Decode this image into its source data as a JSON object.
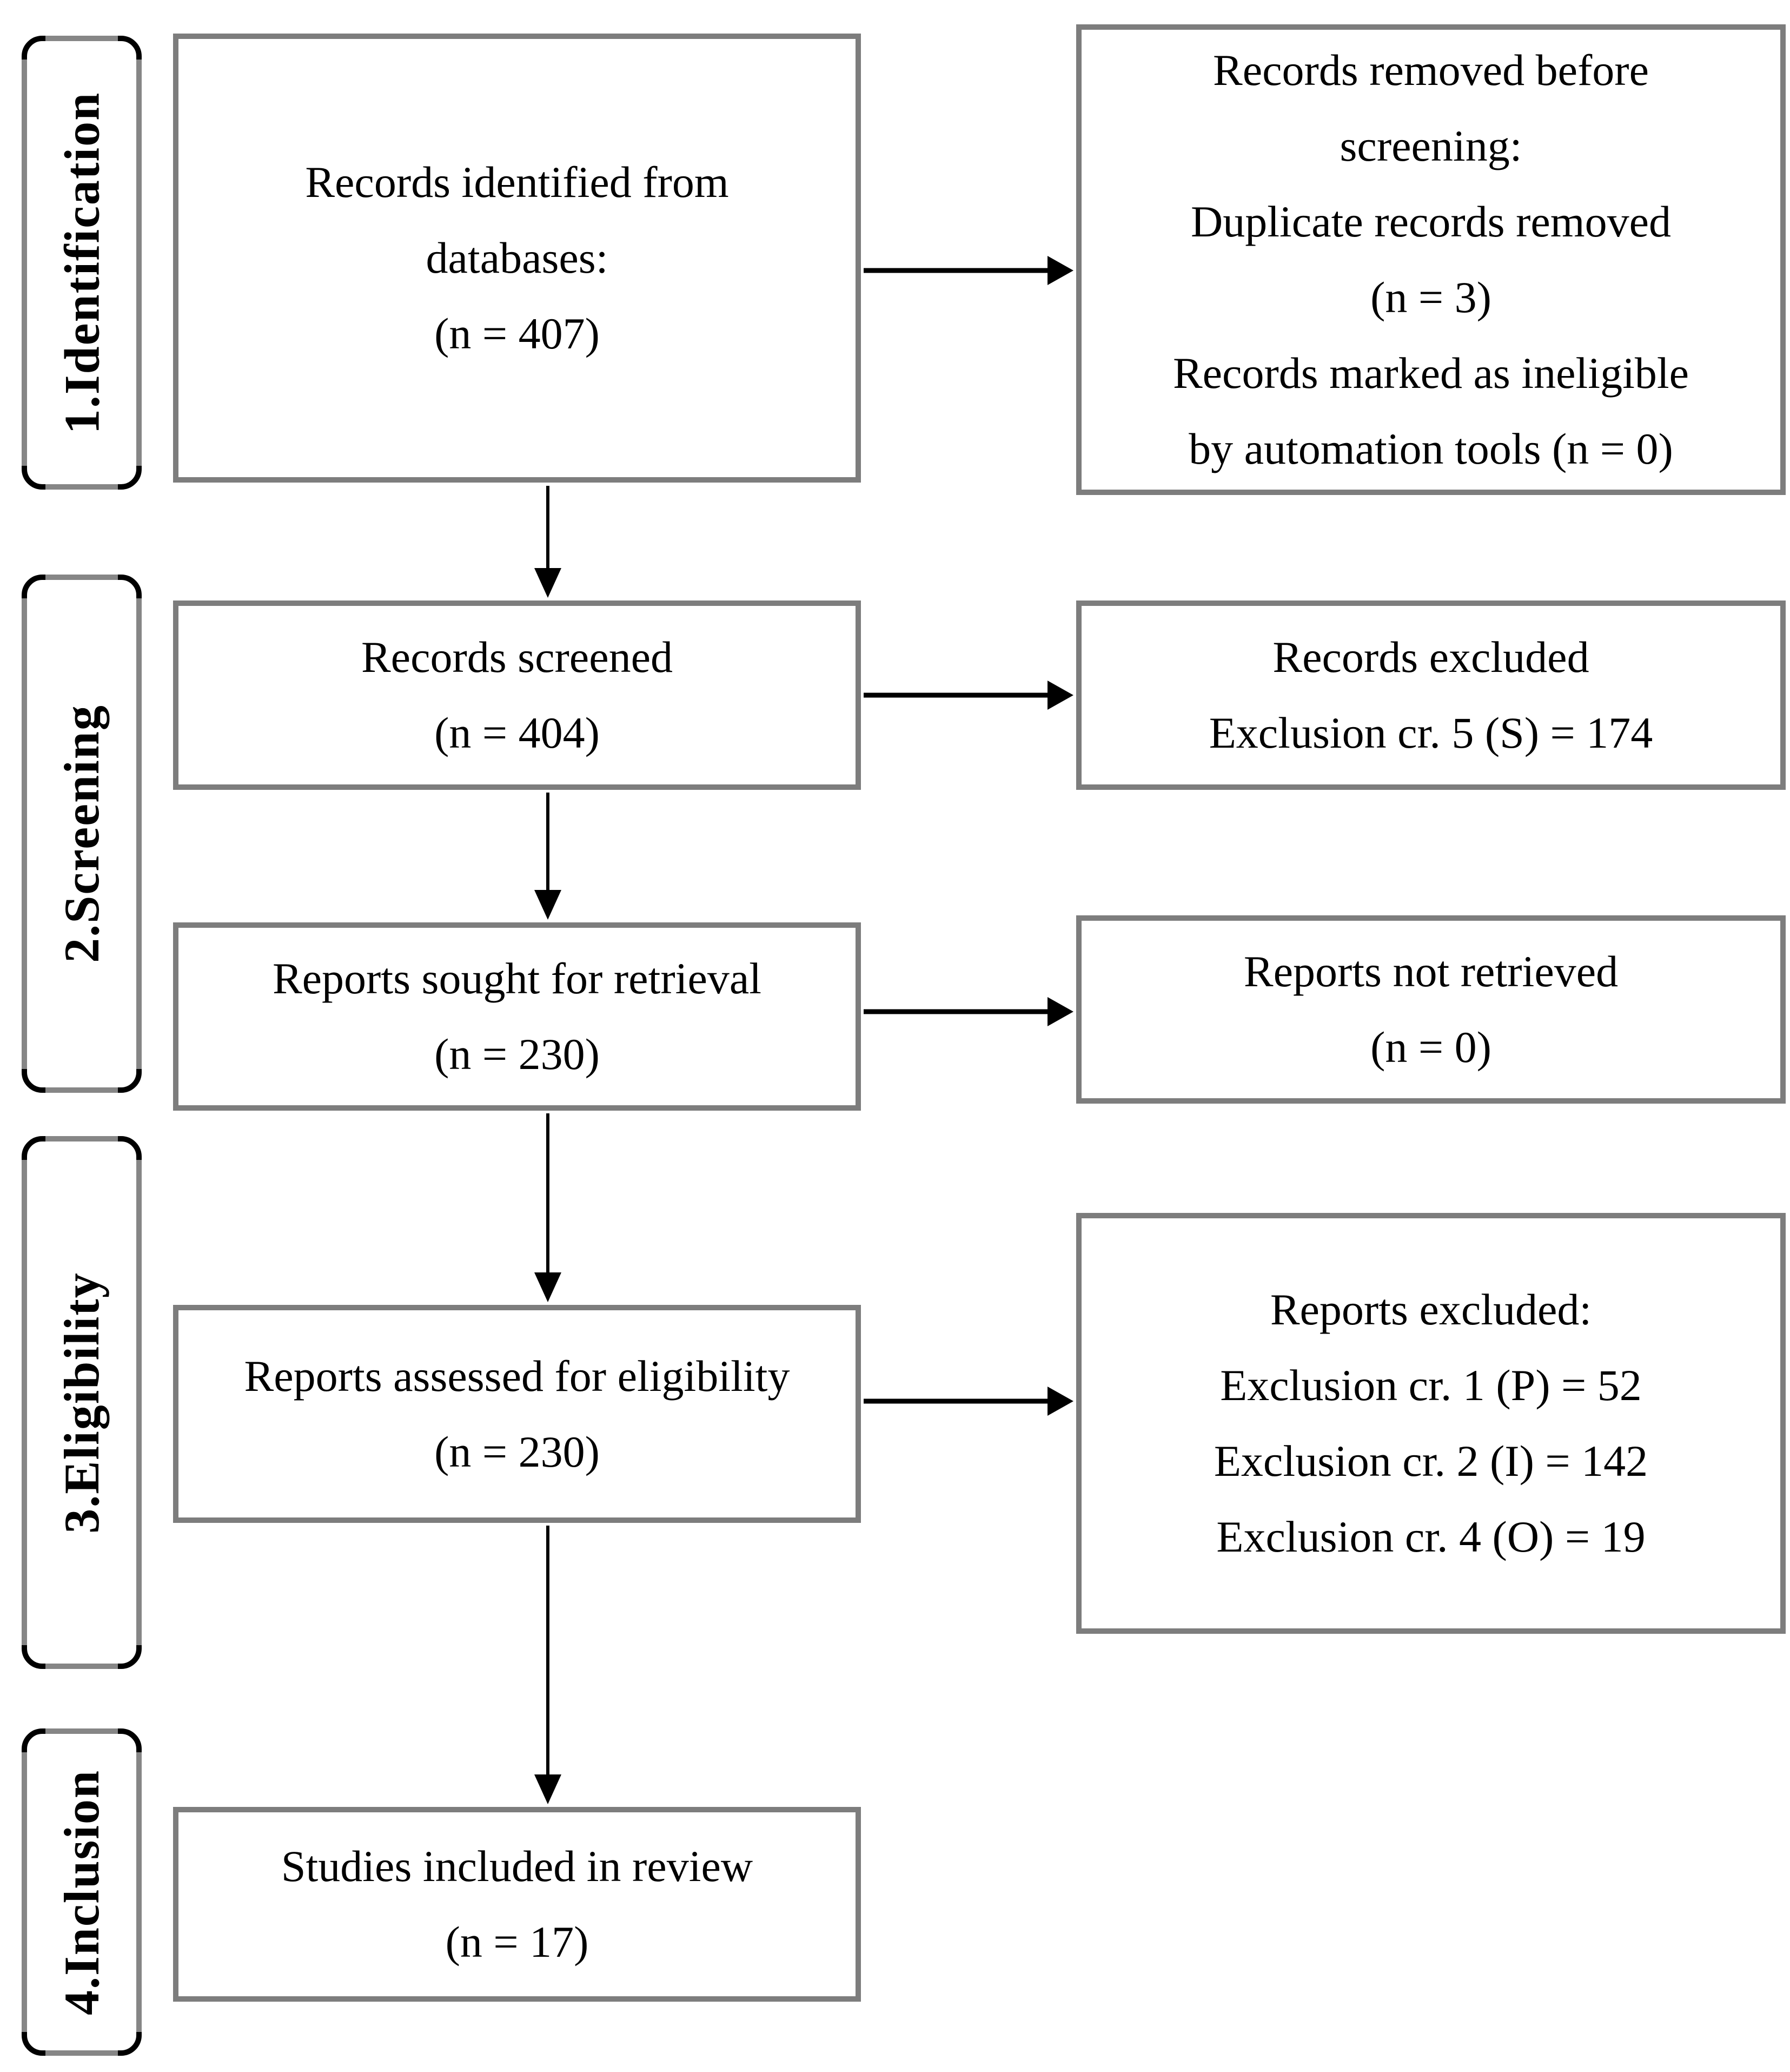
{
  "sidebar": {
    "stages": [
      {
        "label": "1.Identification"
      },
      {
        "label": "2.Screening"
      },
      {
        "label": "3.Eligibility"
      },
      {
        "label": "4.Inclusion"
      }
    ]
  },
  "boxes": {
    "records_identified": {
      "lines": [
        "Records identified from",
        "databases:",
        "(n = 407)"
      ]
    },
    "records_removed": {
      "lines": [
        "Records removed before",
        "screening:",
        "Duplicate records removed",
        "(n = 3)",
        "Records marked as ineligible",
        "by automation tools (n = 0)"
      ]
    },
    "records_screened": {
      "lines": [
        "Records screened",
        "(n = 404)"
      ]
    },
    "records_excluded": {
      "lines": [
        "Records excluded",
        "Exclusion cr. 5 (S) = 174"
      ]
    },
    "reports_sought": {
      "lines": [
        "Reports sought for retrieval",
        "(n = 230)"
      ]
    },
    "reports_not_retrieved": {
      "lines": [
        "Reports not retrieved",
        "(n = 0)"
      ]
    },
    "reports_assessed": {
      "lines": [
        "Reports assessed for eligibility",
        "(n = 230)"
      ]
    },
    "reports_excluded": {
      "lines": [
        "Reports excluded:",
        "Exclusion cr. 1 (P) = 52",
        "Exclusion cr. 2 (I) = 142",
        "Exclusion cr. 4 (O) = 19"
      ]
    },
    "studies_included": {
      "lines": [
        "Studies included in review",
        "(n = 17)"
      ]
    }
  },
  "colors": {
    "background": "#ffffff",
    "box_border": "#7d7d7d",
    "stage_border_edge": "#868686",
    "stage_border_corner": "#000000",
    "arrow": "#000000",
    "text": "#000000"
  }
}
